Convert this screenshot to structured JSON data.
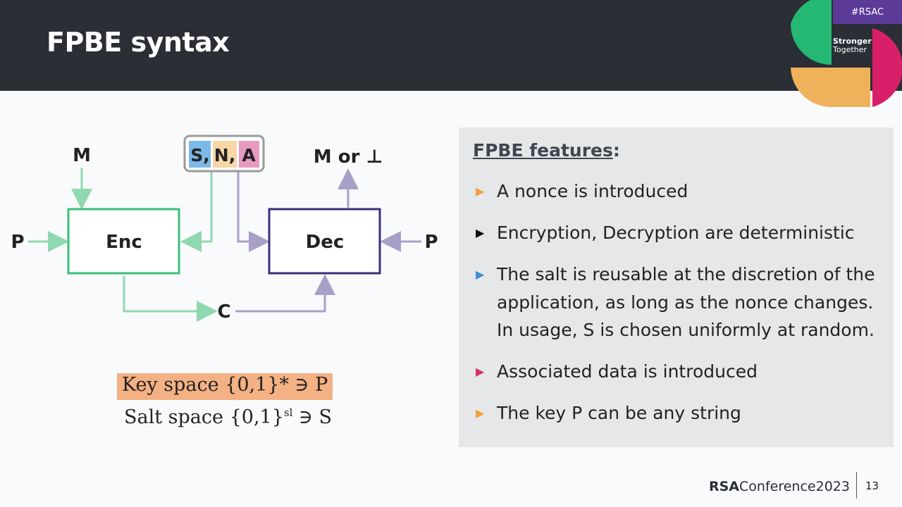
{
  "header": {
    "title": "FPBE syntax",
    "tag": "#RSAC",
    "logo_line1": "Stronger",
    "logo_line2": "Together"
  },
  "diagram": {
    "input_m": "M",
    "input_p_left": "P",
    "enc_label": "Enc",
    "dec_label": "Dec",
    "input_p_right": "P",
    "output_label": "M or ⊥",
    "ciphertext": "C",
    "sna": {
      "s": "S,",
      "n": "N,",
      "a": "A"
    },
    "colors": {
      "enc": "#3cbf7a",
      "dec": "#3c2f78",
      "arrow_green": "#8fd8b0",
      "arrow_purple": "#a9a0c8",
      "s_bg": "#7cb8e8",
      "n_bg": "#f7d7a6",
      "a_bg": "#e79ac0"
    }
  },
  "spaces": {
    "key_space": "Key space {0,1}* ∋ P",
    "salt_space": "Salt space {0,1}",
    "salt_sup": "sl",
    "salt_tail": " ∋ S"
  },
  "panel": {
    "heading": "FPBE features",
    "heading_colon": ":",
    "bullets": [
      {
        "marker_color": "#f0a23c",
        "lines": [
          "A nonce is introduced"
        ]
      },
      {
        "marker_color": "#111111",
        "lines": [
          "Encryption, Decryption are deterministic"
        ]
      },
      {
        "marker_color": "#3a8fd8",
        "lines": [
          "The salt is reusable at the discretion of the",
          "application, as long as the nonce changes.",
          "In usage, S is chosen uniformly at random."
        ]
      },
      {
        "marker_color": "#d62f6e",
        "lines": [
          "Associated data is introduced"
        ]
      },
      {
        "marker_color": "#f0a23c",
        "lines": [
          "The key P can be any string"
        ]
      }
    ]
  },
  "footer": {
    "brand_bold": "RSA",
    "brand_rest": "Conference",
    "brand_year": "2023",
    "page_number": "13"
  }
}
